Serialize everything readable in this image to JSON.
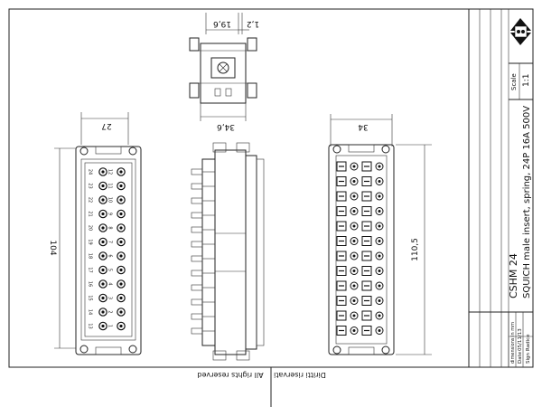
{
  "drawing": {
    "title_line1": "CSHM 24",
    "title_line2": "SQUICH male insert, spring, 24P 16A 500V",
    "scale_label": "Scale",
    "scale_value": "1:1",
    "units_note": "dimensions in mm",
    "date_label": "Date",
    "date_value": "05/11/13",
    "sign_label": "Sign",
    "sign_value": "Radice",
    "rights_en": "All rights reserved",
    "rights_it": "Diritti riservati"
  },
  "dimensions": {
    "top_width": "19,6",
    "top_small": "1,2",
    "side_width": "34,6",
    "front_width": "27",
    "front_height": "104",
    "back_width": "34",
    "back_height": "110,5"
  },
  "contacts": {
    "left_column": [
      "24",
      "23",
      "22",
      "21",
      "20",
      "19",
      "18",
      "17",
      "16",
      "15",
      "14",
      "13"
    ],
    "right_column": [
      "12",
      "11",
      "10",
      "9",
      "8",
      "7",
      "6",
      "5",
      "4",
      "3",
      "2",
      "1"
    ]
  }
}
